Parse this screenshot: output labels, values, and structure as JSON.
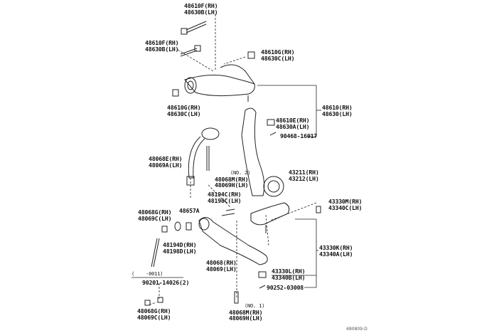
{
  "labels": {
    "upper_bolt_top": [
      "48610F(RH)",
      "48630B(LH)"
    ],
    "upper_bolt_left": [
      "48610F(RH)",
      "48630B(LH)"
    ],
    "upper_nut_right": [
      "48610G(RH)",
      "48630C(LH)"
    ],
    "upper_nut_left": [
      "48610G(RH)",
      "48630C(LH)"
    ],
    "upper_arm": [
      "48610(RH)",
      "48630(LH)"
    ],
    "upper_ball_nut": [
      "48610E(RH)",
      "48630A(LH)"
    ],
    "cotter_pin_upper": [
      "90468-16017"
    ],
    "strut_bar": [
      "48068E(RH)",
      "48069A(LH)"
    ],
    "bolt_no2": [
      "(NO. 2)",
      "48068M(RH)",
      "48069H(LH)"
    ],
    "knuckle": [
      "43211(RH)",
      "43212(LH)"
    ],
    "cam_bolt": [
      "48194C(RH)",
      "48198C(LH)"
    ],
    "ball_joint_bolt": [
      "43330M(RH)",
      "43340C(LH)"
    ],
    "lower_nut_left": [
      "48068G(RH)",
      "48069C(LH)"
    ],
    "bushing": [
      "48657A"
    ],
    "cam_plate": [
      "48194D(RH)",
      "48198D(LH)"
    ],
    "ball_joint": [
      "43330K(RH)",
      "43340A(LH)"
    ],
    "lower_arm": [
      "48068(RH)",
      "48069(LH)"
    ],
    "ball_joint_nut": [
      "43330L(RH)",
      "43340B(LH)"
    ],
    "range_note": [
      "(    -0011)"
    ],
    "bolt_90201": [
      "90201-14026(2)"
    ],
    "cotter_pin_lower": [
      "90252-03008"
    ],
    "lower_nut_bottom": [
      "48068G(RH)",
      "48069C(LH)"
    ],
    "bolt_no1": [
      "(NO. 1)",
      "48068M(RH)",
      "48069H(LH)"
    ]
  },
  "figure_code": "480809-D"
}
